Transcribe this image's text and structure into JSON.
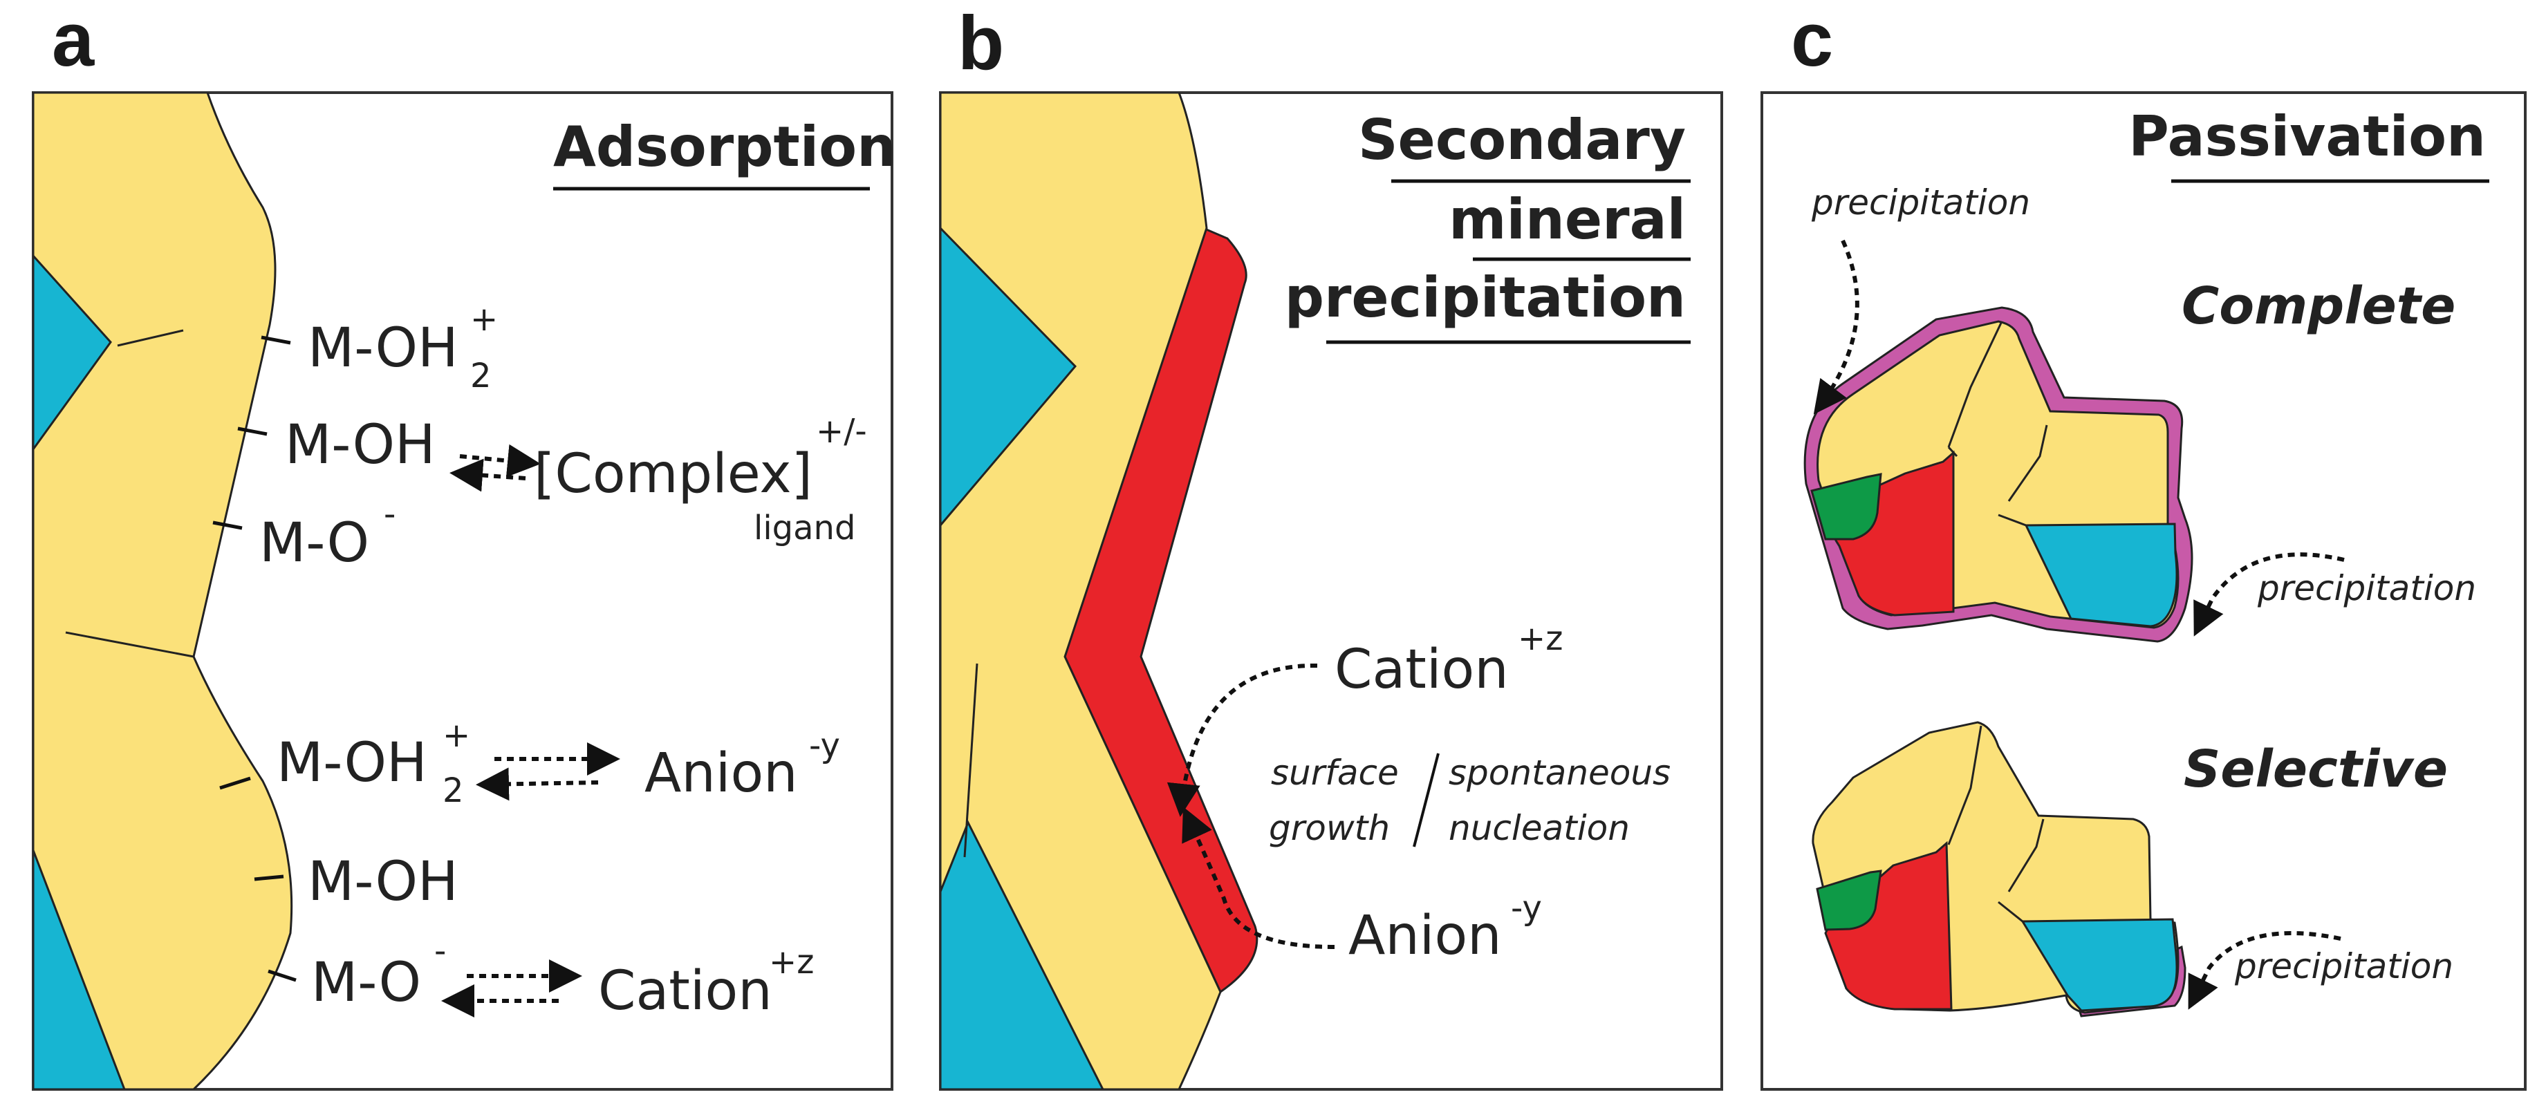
{
  "panels": {
    "a": {
      "letter": "a",
      "title": "Adsorption",
      "upper_labels": {
        "mohh": "M-OH",
        "mohh_sup": "+",
        "mohh_sub": "2",
        "moh": "M-OH",
        "mo": "M-O",
        "mo_sup": "-",
        "complex": "[Complex]",
        "complex_sup": "+/-",
        "ligand": "ligand"
      },
      "lower_labels": {
        "mohh": "M-OH",
        "mohh_sup": "+",
        "mohh_sub": "2",
        "anion": "Anion",
        "anion_sup": "-y",
        "moh": "M-OH",
        "mo": "M-O",
        "mo_sup": "-",
        "cation": "Cation",
        "cation_sup": "+z"
      }
    },
    "b": {
      "letter": "b",
      "title_lines": [
        "Secondary",
        "mineral",
        "precipitation"
      ],
      "cation": "Cation",
      "cation_sup": "+z",
      "anion": "Anion",
      "anion_sup": "-y",
      "surface": "surface",
      "growth": "growth",
      "spontaneous": "spontaneous",
      "nucleation": "nucleation"
    },
    "c": {
      "letter": "c",
      "title": "Passivation",
      "complete": "Complete",
      "selective": "Selective",
      "precip_top": "precipitation",
      "precip_mid": "precipitation",
      "precip_bottom": "precipitation"
    }
  },
  "colors": {
    "yellow": "#fbe17a",
    "cyan": "#17b5d2",
    "red": "#e8242a",
    "green": "#0e9a47",
    "magenta": "#c85aa8"
  }
}
